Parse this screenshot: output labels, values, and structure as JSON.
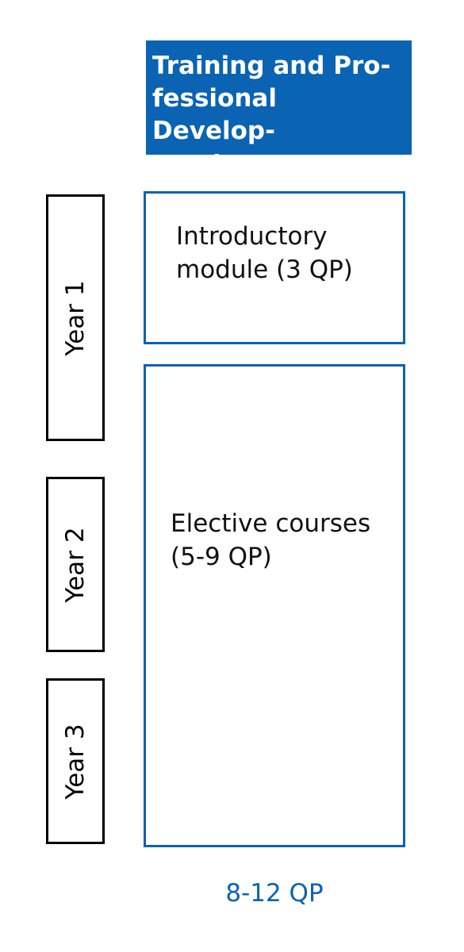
{
  "header": {
    "title": "Training and Pro-\nfessional Develop-\nment"
  },
  "years": [
    {
      "label": "Year 1"
    },
    {
      "label": "Year 2"
    },
    {
      "label": "Year 3"
    }
  ],
  "modules": [
    {
      "label": "Introductory\nmodule (3 QP)"
    },
    {
      "label": "Elective courses\n(5-9 QP)"
    }
  ],
  "total": {
    "label": "8-12 QP"
  },
  "colors": {
    "accent": "#0a63b3",
    "text": "#111111",
    "border": "#000000"
  }
}
